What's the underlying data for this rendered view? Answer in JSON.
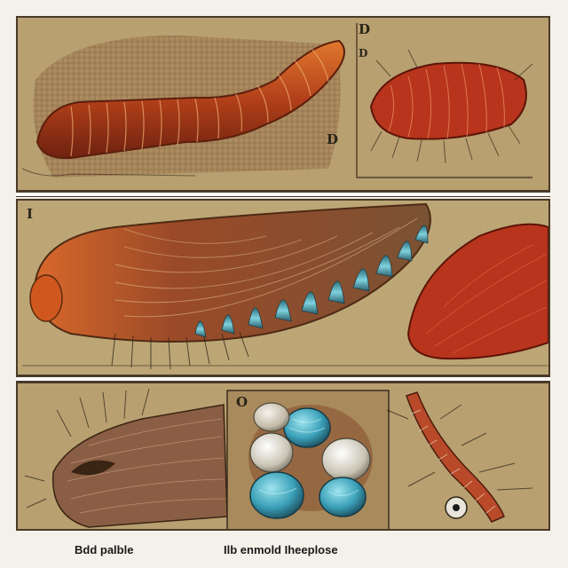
{
  "plate": {
    "panel_labels": [
      "D",
      "D",
      "D",
      "I",
      "O"
    ],
    "captions": [
      "Bdd palble",
      "Ilb enmold Iheeplose"
    ]
  },
  "colors": {
    "paper": "#b49a6a",
    "border": "#4a3a28",
    "worm_orange": "#c0501c",
    "worm_red": "#b3321e",
    "teal": "#3d9fb0"
  }
}
